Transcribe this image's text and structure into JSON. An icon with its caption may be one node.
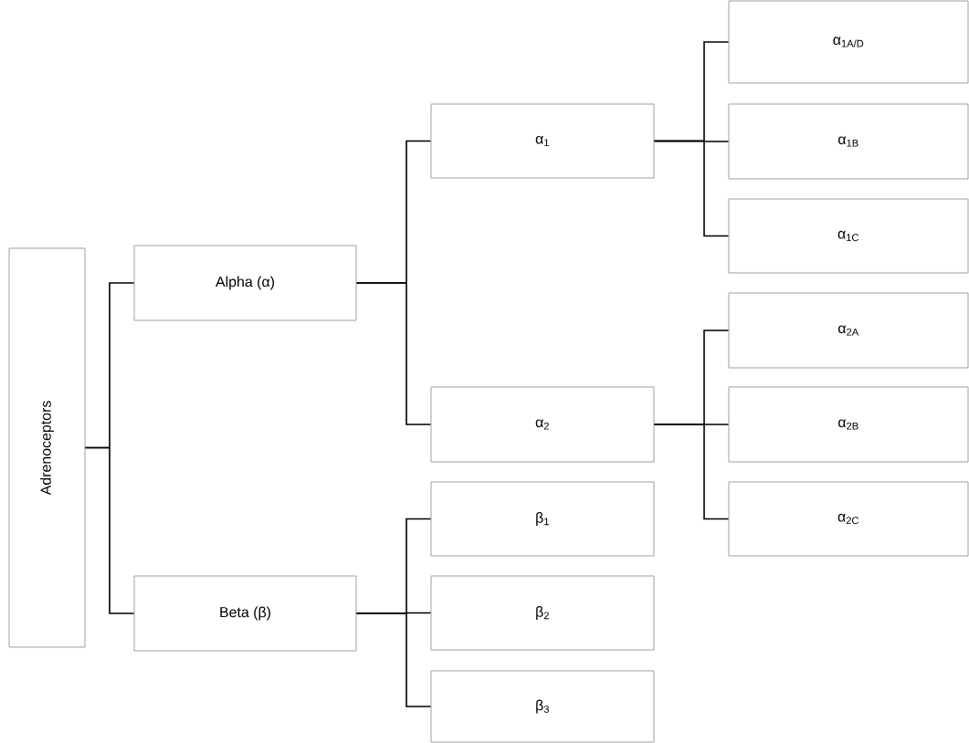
{
  "diagram": {
    "nodes": [
      {
        "text": [
          "Adrenoceptors"
        ]
      },
      {
        "text": [
          "Alpha (α)"
        ]
      },
      {
        "text": [
          "Beta (β)"
        ]
      },
      {
        "text": [
          "α$_{1}$"
        ]
      },
      {
        "text": [
          "α$_{2}$"
        ]
      },
      {
        "text": [
          "β$_{1}$"
        ]
      },
      {
        "text": [
          "β$_{2}$"
        ]
      },
      {
        "text": [
          "β$_{3}$"
        ]
      },
      {
        "text": [
          "α$_{1A/D}$"
        ]
      },
      {
        "text": [
          "α$_{1B}$"
        ]
      },
      {
        "text": [
          "α$_{1C}$"
        ]
      },
      {
        "text": [
          "α$_{2A}$"
        ]
      },
      {
        "text": [
          "α$_{2B}$"
        ]
      },
      {
        "text": [
          "α$_{2C}$"
        ]
      }
    ],
    "edges": [
      {
        "from": 0,
        "to": 1,
        "arrow": "none"
      },
      {
        "from": 0,
        "to": 2,
        "arrow": "none"
      },
      {
        "from": 1,
        "to": 3,
        "arrow": "none"
      },
      {
        "from": 1,
        "to": 4,
        "arrow": "none"
      },
      {
        "from": 2,
        "to": 5,
        "arrow": "none"
      },
      {
        "from": 2,
        "to": 6,
        "arrow": "none"
      },
      {
        "from": 2,
        "to": 7,
        "arrow": "none"
      },
      {
        "from": 3,
        "to": 8,
        "arrow": "none"
      },
      {
        "from": 3,
        "to": 9,
        "arrow": "none"
      },
      {
        "from": 3,
        "to": 10,
        "arrow": "none"
      },
      {
        "from": 4,
        "to": 11,
        "arrow": "none"
      },
      {
        "from": 4,
        "to": 12,
        "arrow": "none"
      },
      {
        "from": 4,
        "to": 13,
        "arrow": "none"
      }
    ]
  }
}
